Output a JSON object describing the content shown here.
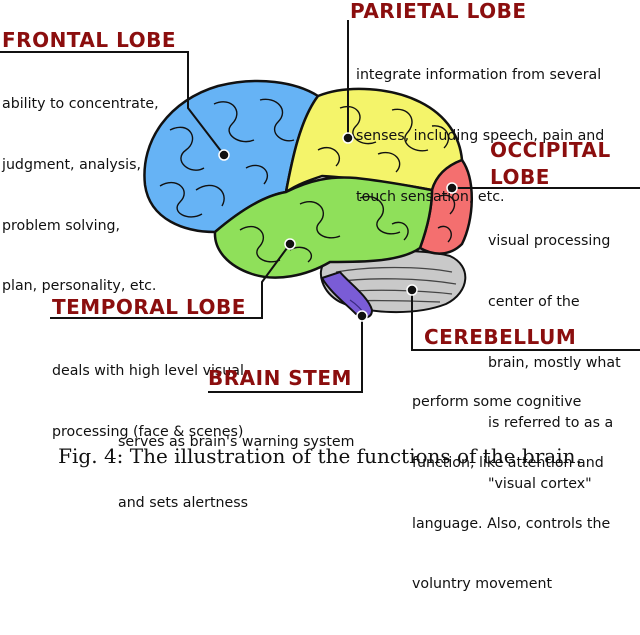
{
  "lobes": {
    "frontal": {
      "title": "FRONTAL LOBE",
      "lines": [
        "ability to concentrate,",
        "judgment, analysis,",
        "problem solving,",
        "plan, personality, etc."
      ]
    },
    "parietal": {
      "title": "PARIETAL LOBE",
      "lines": [
        "integrate information from several",
        "senses, including speech, pain and",
        "touch sensation, etc."
      ]
    },
    "occipital": {
      "title_line1": "OCCIPITAL",
      "title_line2": "LOBE",
      "lines": [
        "visual processing",
        "center of the",
        "brain, mostly what",
        "is referred to as a",
        "\"visual cortex\""
      ]
    },
    "temporal": {
      "title": "TEMPORAL LOBE",
      "lines": [
        "deals with high level visual",
        "processing (face & scenes)"
      ]
    },
    "brainstem": {
      "title": "BRAIN STEM",
      "lines": [
        "serves as brain's warning system",
        "and sets alertness"
      ]
    },
    "cerebellum": {
      "title": "CEREBELLUM",
      "lines": [
        "perform some cognitive",
        "function, like attention and",
        "language. Also, controls the",
        "voluntry movement"
      ]
    }
  },
  "caption": "Fig. 4: The illustration of the functions of the brain.",
  "colors": {
    "title": "#8b0e0e",
    "frontal": "#66b3f5",
    "parietal": "#f4f46a",
    "occipital": "#f46f6f",
    "temporal": "#8fe05a",
    "cerebellum": "#c9c9c9",
    "brainstem": "#7a5cd6"
  }
}
